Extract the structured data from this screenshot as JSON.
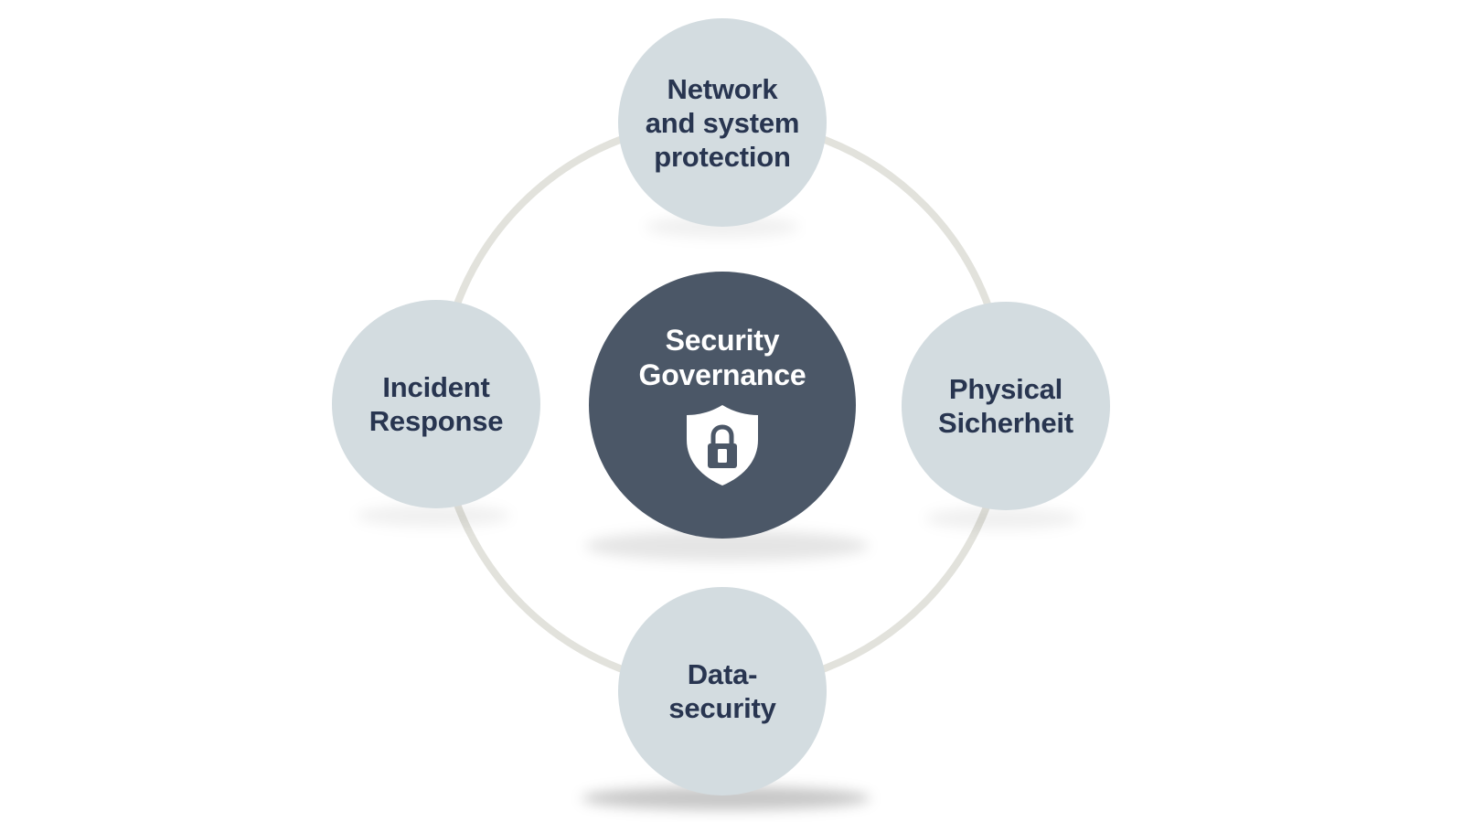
{
  "diagram": {
    "center": {
      "label": "Security\nGovernance",
      "icon": "shield-lock-icon"
    },
    "nodes": [
      {
        "id": "top",
        "label": "Network\nand system\nprotection"
      },
      {
        "id": "right",
        "label": "Physical\nSicherheit"
      },
      {
        "id": "bottom",
        "label": "Data-\nsecurity"
      },
      {
        "id": "left",
        "label": "Incident\nResponse"
      }
    ],
    "colors": {
      "ring": "#e2e2dc",
      "satellite_fill": "#d3dce0",
      "satellite_text": "#283550",
      "center_fill": "#4b5767",
      "center_text": "#ffffff"
    }
  }
}
